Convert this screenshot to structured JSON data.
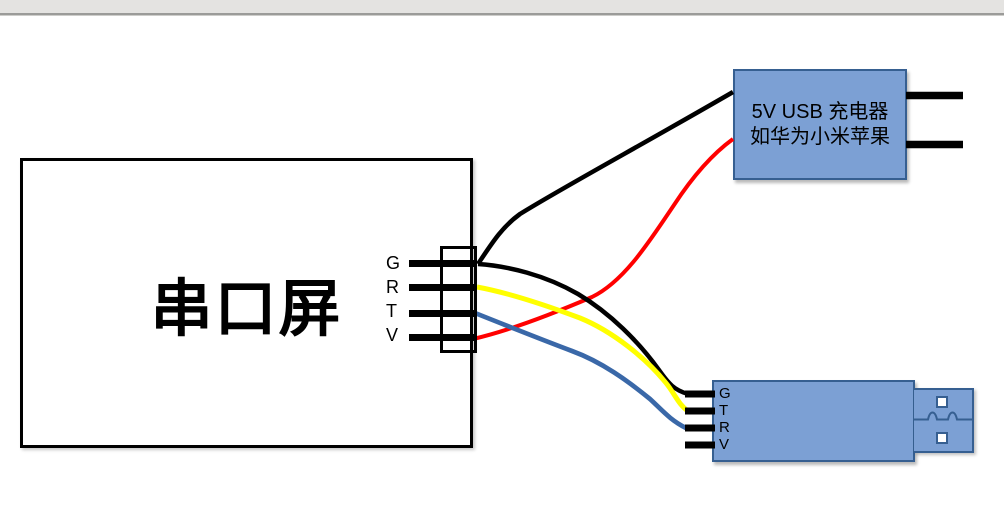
{
  "colors": {
    "background": "#ffffff",
    "top_strip": "#e4e3e1",
    "top_strip_line": "#9b9b99",
    "outline_black": "#000000",
    "box_fill": "#7ca0d4",
    "box_border": "#365f91",
    "wire_black": "#000000",
    "wire_red": "#ff0000",
    "wire_yellow": "#ffff00",
    "wire_blue": "#3a68a8"
  },
  "screen": {
    "label": "串口屏",
    "pins": [
      "G",
      "R",
      "T",
      "V"
    ]
  },
  "charger": {
    "line1": "5V USB 充电器",
    "line2": "如华为小米苹果"
  },
  "adapter": {
    "pins": [
      "G",
      "T",
      "R",
      "V"
    ]
  },
  "wires": [
    {
      "name": "screen-G-to-charger",
      "from": "screen pin G",
      "to": "charger",
      "color": "#000000"
    },
    {
      "name": "screen-V-to-charger",
      "from": "screen pin V",
      "to": "charger",
      "color": "#ff0000"
    },
    {
      "name": "screen-G-to-adapter-G",
      "from": "screen pin G",
      "to": "adapter pin G",
      "color": "#000000"
    },
    {
      "name": "screen-R-to-adapter-T",
      "from": "screen pin R",
      "to": "adapter pin T",
      "color": "#ffff00"
    },
    {
      "name": "screen-T-to-adapter-R",
      "from": "screen pin T",
      "to": "adapter pin R",
      "color": "#3a68a8"
    }
  ]
}
